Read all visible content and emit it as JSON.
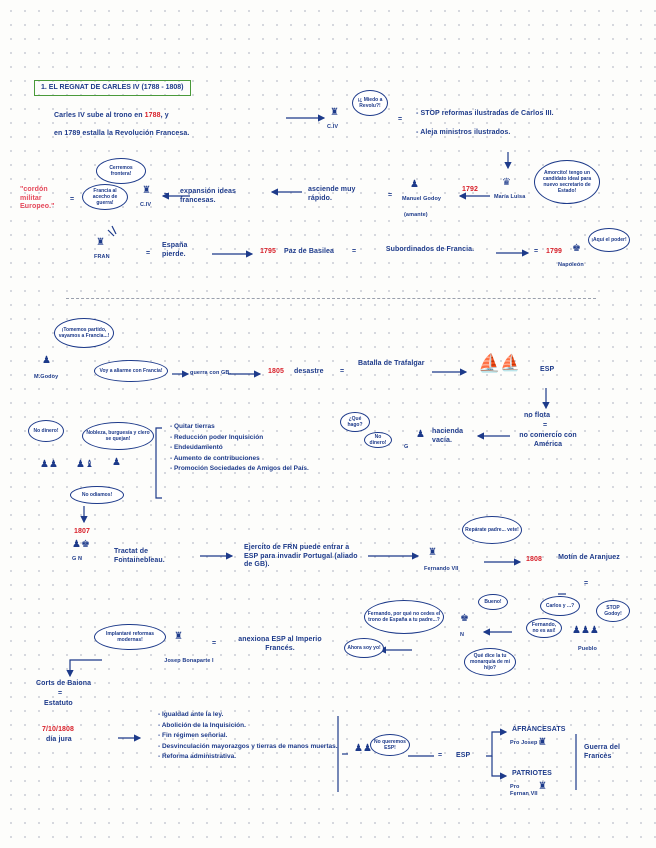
{
  "title": "1. EL REGNAT DE CARLES IV (1788 - 1808)",
  "s1": {
    "line1": "Carles IV sube al trono en",
    "year1788": "1788",
    "line1_end": ", y",
    "line2": "en 1789 estalla la Revolución Francesa.",
    "c4_label": "C.IV",
    "c4_bubble": "¡¿ Miedo a Revolu?!",
    "result_stop": "- STOP reformas ilustradas de Carlos III.",
    "result_aleja": "- Aleja ministros ilustrados.",
    "maria_luisa": "María Luisa",
    "maria_bubble": "Amorcito! tengo un candidato ideal para nuevo secretario de Estado!",
    "year1792": "1792",
    "godoy": "Manuel Godoy",
    "godoy_sub": "(amante)",
    "asciende": "asciende muy rápido.",
    "expansion": "expansión ideas francesas.",
    "c4_2": "C.IV",
    "cerremos": "Cerremos frontera!",
    "francia_bubble": "Francia al acecho de guerra!",
    "cordon": "\"cordón militar Europeo.\"",
    "fran": "FRAN",
    "espana_pierde": "España pierde.",
    "year1795": "1795",
    "paz_basilea": "Paz de Basilea",
    "subordinados": "Subordinados de Francia.",
    "year1799": "1799",
    "napoleon": "Napoleón",
    "napoleon_bubble": "¡Aquí el poder!"
  },
  "s2": {
    "godoy_bubble": "¡Tomemos partido, vayamos a Francia...!",
    "m_godoy": "M.Godoy",
    "voy_bubble": "Voy a aliarme con Francia!",
    "guerra_gb": "guerra con GB.",
    "year1805": "1805",
    "desastre": "desastre",
    "trafalgar": "Batalla de Trafalgar",
    "esp": "ESP",
    "no_flota": "no flota",
    "no_comercio": "no comercio con América",
    "hacienda": "hacienda vacía.",
    "g_label": "G",
    "bubble_que": "¿Qué hago?",
    "bubble_no_dinero": "No dinero!",
    "bubble_nobleza": "Nobleza, burguesía y clero se quejan!",
    "list": [
      "- Quitar tierras",
      "- Reducción poder Inquisición",
      "- Endeudamiento",
      "- Aumento de contribuciones",
      "- Promoción Sociedades de Amigos del País."
    ],
    "no_odiamos": "No odiamos!",
    "year1807": "1807",
    "g_n": "G  N",
    "tractat": "Tractat de Fontainebleau.",
    "ejercito": "Ejercito de FRN puede entrar a ESP para invadir Portugal (aliado de GB).",
    "fernando": "Fernando VII",
    "fernando_bubble": "Repárate padre... vete!",
    "year1808": "1808",
    "motin": "Motín de Aranjuez",
    "bubble_bueno": "Bueno!",
    "bubble_fernando": "Fernando, por qué no cedes el trono de España a tu padre...?",
    "bubble_carlos": "Carlos y ...?",
    "bubble_stop": "STOP Godoy!",
    "bubble_fernando_pc": "Fernando, no es así!",
    "bubble_que_dice": "Qué dice la tu monarquía de mi hijo?",
    "pueblo": "Pueblo",
    "n_label": "N",
    "josep": "Josep Bonaparte I",
    "josep_bubble": "Implantaré reformas modernas!",
    "anexiona": "anexiona ESP al Imperio Francés.",
    "manuela_bubble": "Ahora soy yo!",
    "corts": "Corts de Baiona",
    "estatuto": "Estatuto",
    "date_1808": "7/10/1808",
    "jura": "día jura",
    "reforms": [
      "- Igualdad ante la ley.",
      "- Abolición de la Inquisición.",
      "- Fin régimen señorial.",
      "- Desvinculación mayorazgos y tierras de manos muertas.",
      "- Reforma administrativa."
    ],
    "no_queremos": "No queremos ESP!",
    "esp2": "ESP",
    "afrancesats": "AFRANCESATS",
    "afran_sub": "Pro Josep I",
    "patriotes": "PATRIOTES",
    "patri_sub": "Pro Fernan VII",
    "guerra": "Guerra del Francès"
  }
}
